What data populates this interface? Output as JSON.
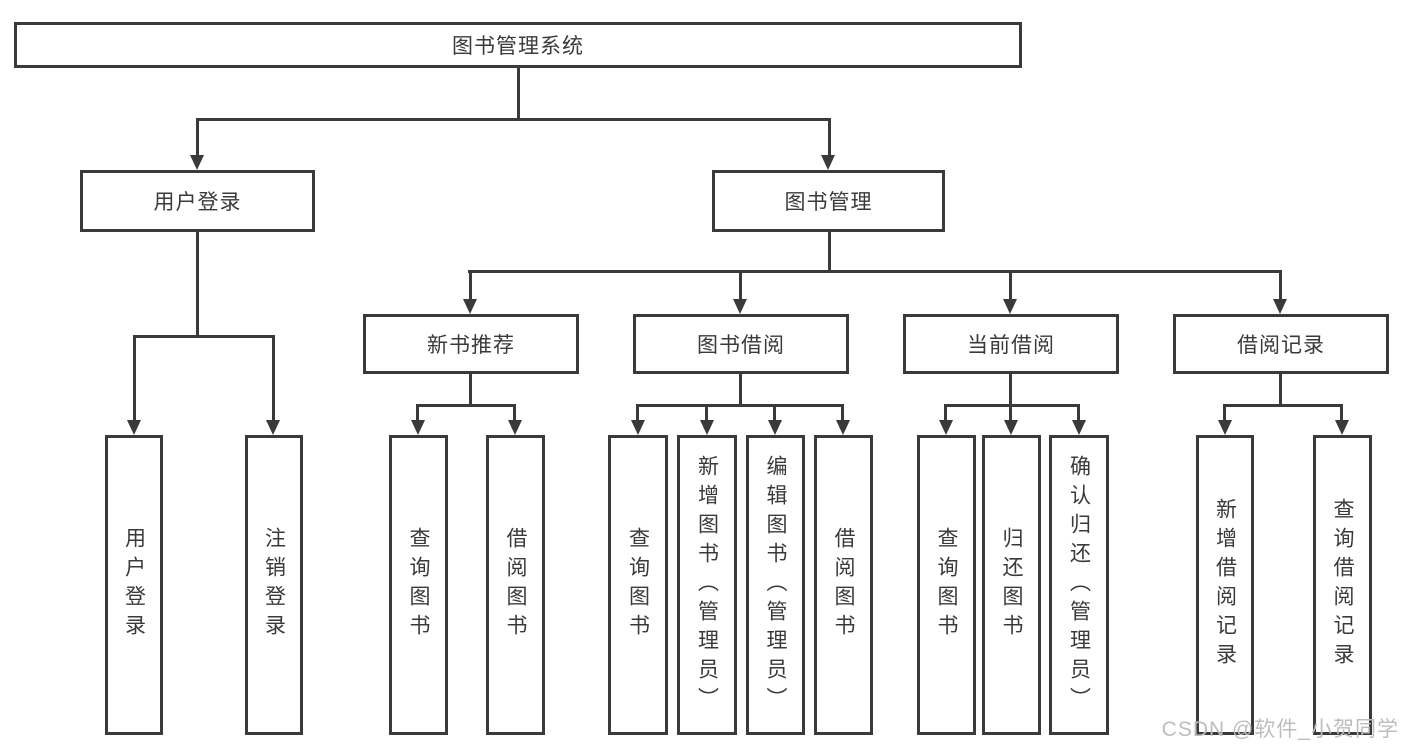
{
  "page": {
    "background": "#ffffff"
  },
  "diagram": {
    "line_color": "#3a3a3a",
    "text_color": "#3a3a3a",
    "root": {
      "label": "图书管理系统"
    },
    "level2": {
      "user_login": {
        "label": "用户登录"
      },
      "book_management": {
        "label": "图书管理"
      }
    },
    "level3": {
      "new_book_recommend": {
        "label": "新书推荐"
      },
      "book_borrowing": {
        "label": "图书借阅"
      },
      "current_borrowing": {
        "label": "当前借阅"
      },
      "borrowing_records": {
        "label": "借阅记录"
      }
    },
    "leaves": {
      "user_login": {
        "label": "用户登录"
      },
      "logout": {
        "label": "注销登录"
      },
      "query_books_recommend": {
        "label": "查询图书"
      },
      "borrow_books_recommend": {
        "label": "借阅图书"
      },
      "query_books_borrowing": {
        "label": "查询图书"
      },
      "add_books_admin": {
        "label": "新增图书（管理员）"
      },
      "edit_books_admin": {
        "label": "编辑图书（管理员）"
      },
      "borrow_books_borrowing": {
        "label": "借阅图书"
      },
      "query_books_current": {
        "label": "查询图书"
      },
      "return_books": {
        "label": "归还图书"
      },
      "confirm_return_admin": {
        "label": "确认归还（管理员）"
      },
      "add_borrow_record": {
        "label": "新增借阅记录"
      },
      "query_borrow_record": {
        "label": "查询借阅记录"
      }
    }
  },
  "watermark": {
    "text": "CSDN @软件_小贺同学",
    "color": "#bdbdbd"
  }
}
